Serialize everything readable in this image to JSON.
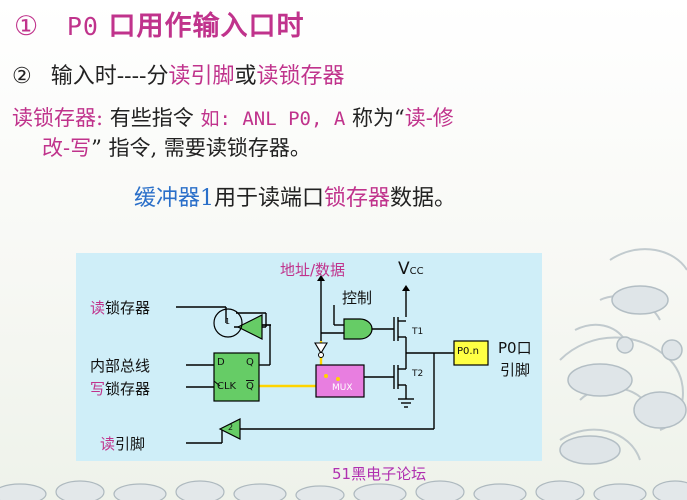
{
  "title": {
    "num": "①",
    "p0": "P0",
    "text": "口用作输入口时"
  },
  "line2": {
    "num": "②",
    "text_a": "输入时----分",
    "text_b": "读引脚",
    "text_c": "或",
    "text_d": "读锁存器"
  },
  "para": {
    "t1": "读锁存器:",
    "t2": " 有些指令 ",
    "t3": "如: ANL P0, A",
    "t4": " 称为“",
    "t5": "读-修",
    "t6": "改-写",
    "t7": "” 指令, 需要读锁存器。"
  },
  "buffer_line": {
    "a": "缓冲器1",
    "b": "用于读端口",
    "c": "锁存器",
    "d": "数据。"
  },
  "diagram": {
    "addr_data": "地址/数据",
    "vcc": "V",
    "vcc_sub": "CC",
    "control": "控制",
    "read_latch_a": "读",
    "read_latch_b": "锁存器",
    "internal_bus": "内部总线",
    "write_latch_a": "写",
    "write_latch_b": "锁存器",
    "read_pin_a": "读",
    "read_pin_b": "引脚",
    "p0_port": "P0口",
    "p0_pin": "引脚",
    "p0n": "P0.n",
    "mux": "MUX",
    "t1": "T1",
    "t2": "T2",
    "ff_d": "D",
    "ff_q": "Q",
    "ff_clk": "CLK",
    "ff_qbar": "Q",
    "buf1": "1",
    "buf2": "2"
  },
  "watermark": "51黑电子论坛",
  "colors": {
    "magenta": "#c0338c",
    "blue": "#2a6fc9",
    "diagram_bg": "#cfeef8",
    "gate_green": "#66cc66",
    "mux_pink": "#e87ee0",
    "yellow": "#ffff44"
  }
}
